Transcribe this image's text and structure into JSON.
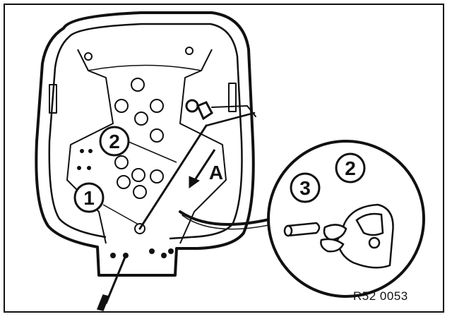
{
  "illustration": {
    "callouts": {
      "one": "1",
      "two_main": "2",
      "two_detail": "2",
      "three_detail": "3",
      "view_a": "A"
    },
    "reference_code": "R52 0053"
  }
}
